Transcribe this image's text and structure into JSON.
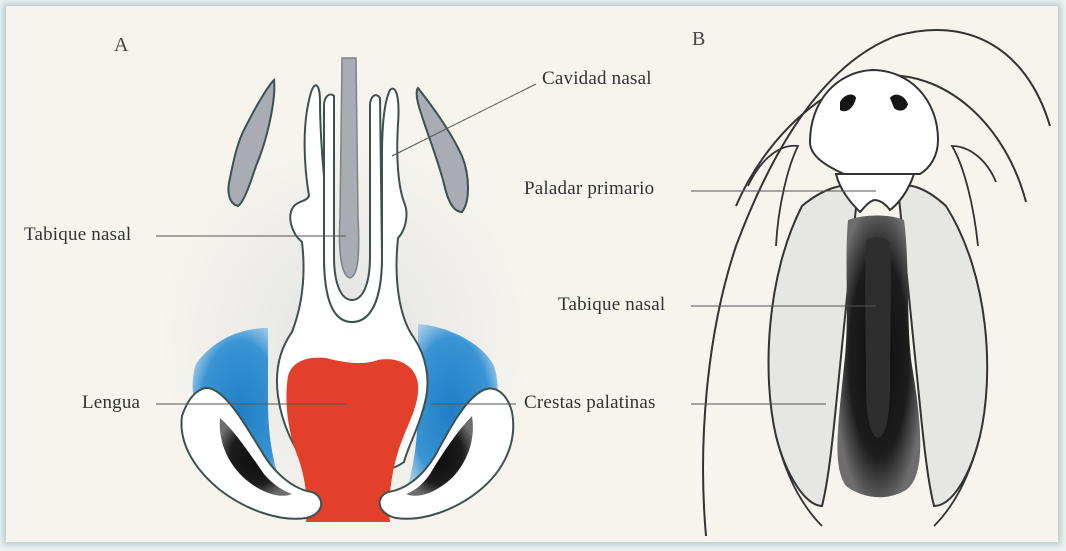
{
  "panels": {
    "a": {
      "letter": "A",
      "labels": {
        "cavidad_nasal": "Cavidad nasal",
        "tabique_nasal": "Tabique nasal",
        "lengua": "Lengua"
      }
    },
    "b": {
      "letter": "B",
      "labels": {
        "paladar_primario": "Paladar primario",
        "tabique_nasal": "Tabique nasal",
        "crestas_palatinas": "Crestas palatinas"
      }
    }
  },
  "colors": {
    "background": "#f7f4ee",
    "septum_gray": "#a9adb3",
    "tongue_red": "#e2402a",
    "blue_region": "#2a86c9",
    "outline": "#3b5250",
    "dark": "#151515"
  }
}
